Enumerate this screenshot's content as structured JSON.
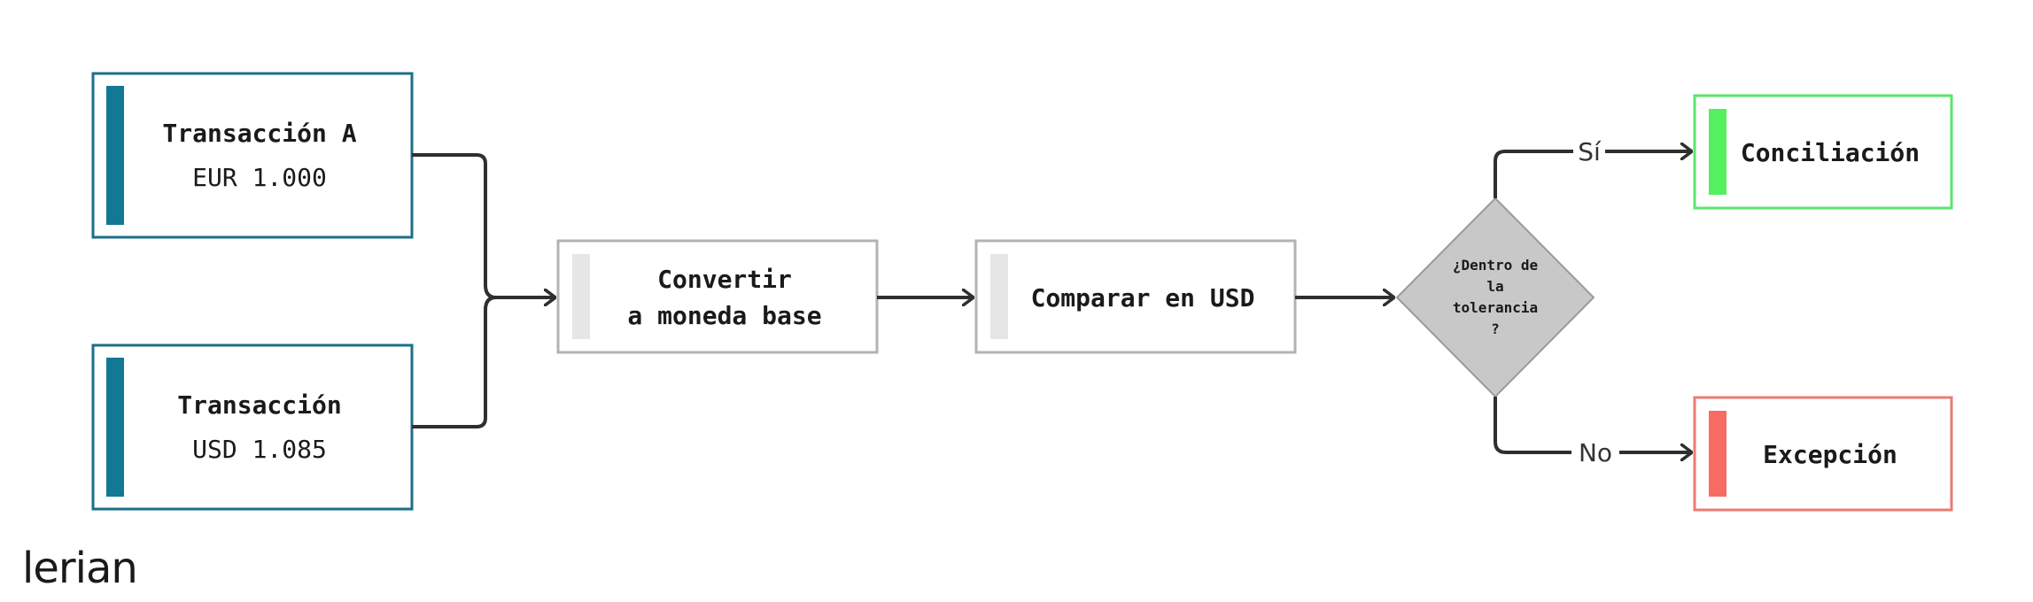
{
  "brand": {
    "logo_text": "lerian"
  },
  "colors": {
    "input_border": "#1b6f8a",
    "input_accent": "#137893",
    "process_border": "#b3b3b3",
    "process_accent": "#e6e6e6",
    "decision_fill": "#c8c8c8",
    "decision_border": "#9a9a9a",
    "success_border": "#5ae66b",
    "success_accent": "#55f05f",
    "error_border": "#eb7b75",
    "error_accent": "#f76b63",
    "connector": "#2f2f2f",
    "text": "#1a1a1a"
  },
  "nodes": {
    "transaction_a": {
      "title": "Transacción A",
      "amount": "EUR 1.000"
    },
    "transaction_b": {
      "title": "Transacción",
      "amount": "USD 1.085"
    },
    "convert": {
      "line1": "Convertir",
      "line2": "a moneda base"
    },
    "compare": {
      "label": "Comparar en USD"
    },
    "decision": {
      "lines": [
        "¿Dentro de",
        "la",
        "tolerancia",
        "?"
      ]
    },
    "reconciliation": {
      "label": "Conciliación"
    },
    "exception": {
      "label": "Excepción"
    }
  },
  "edges": {
    "yes_label": "Sí",
    "no_label": "No"
  }
}
